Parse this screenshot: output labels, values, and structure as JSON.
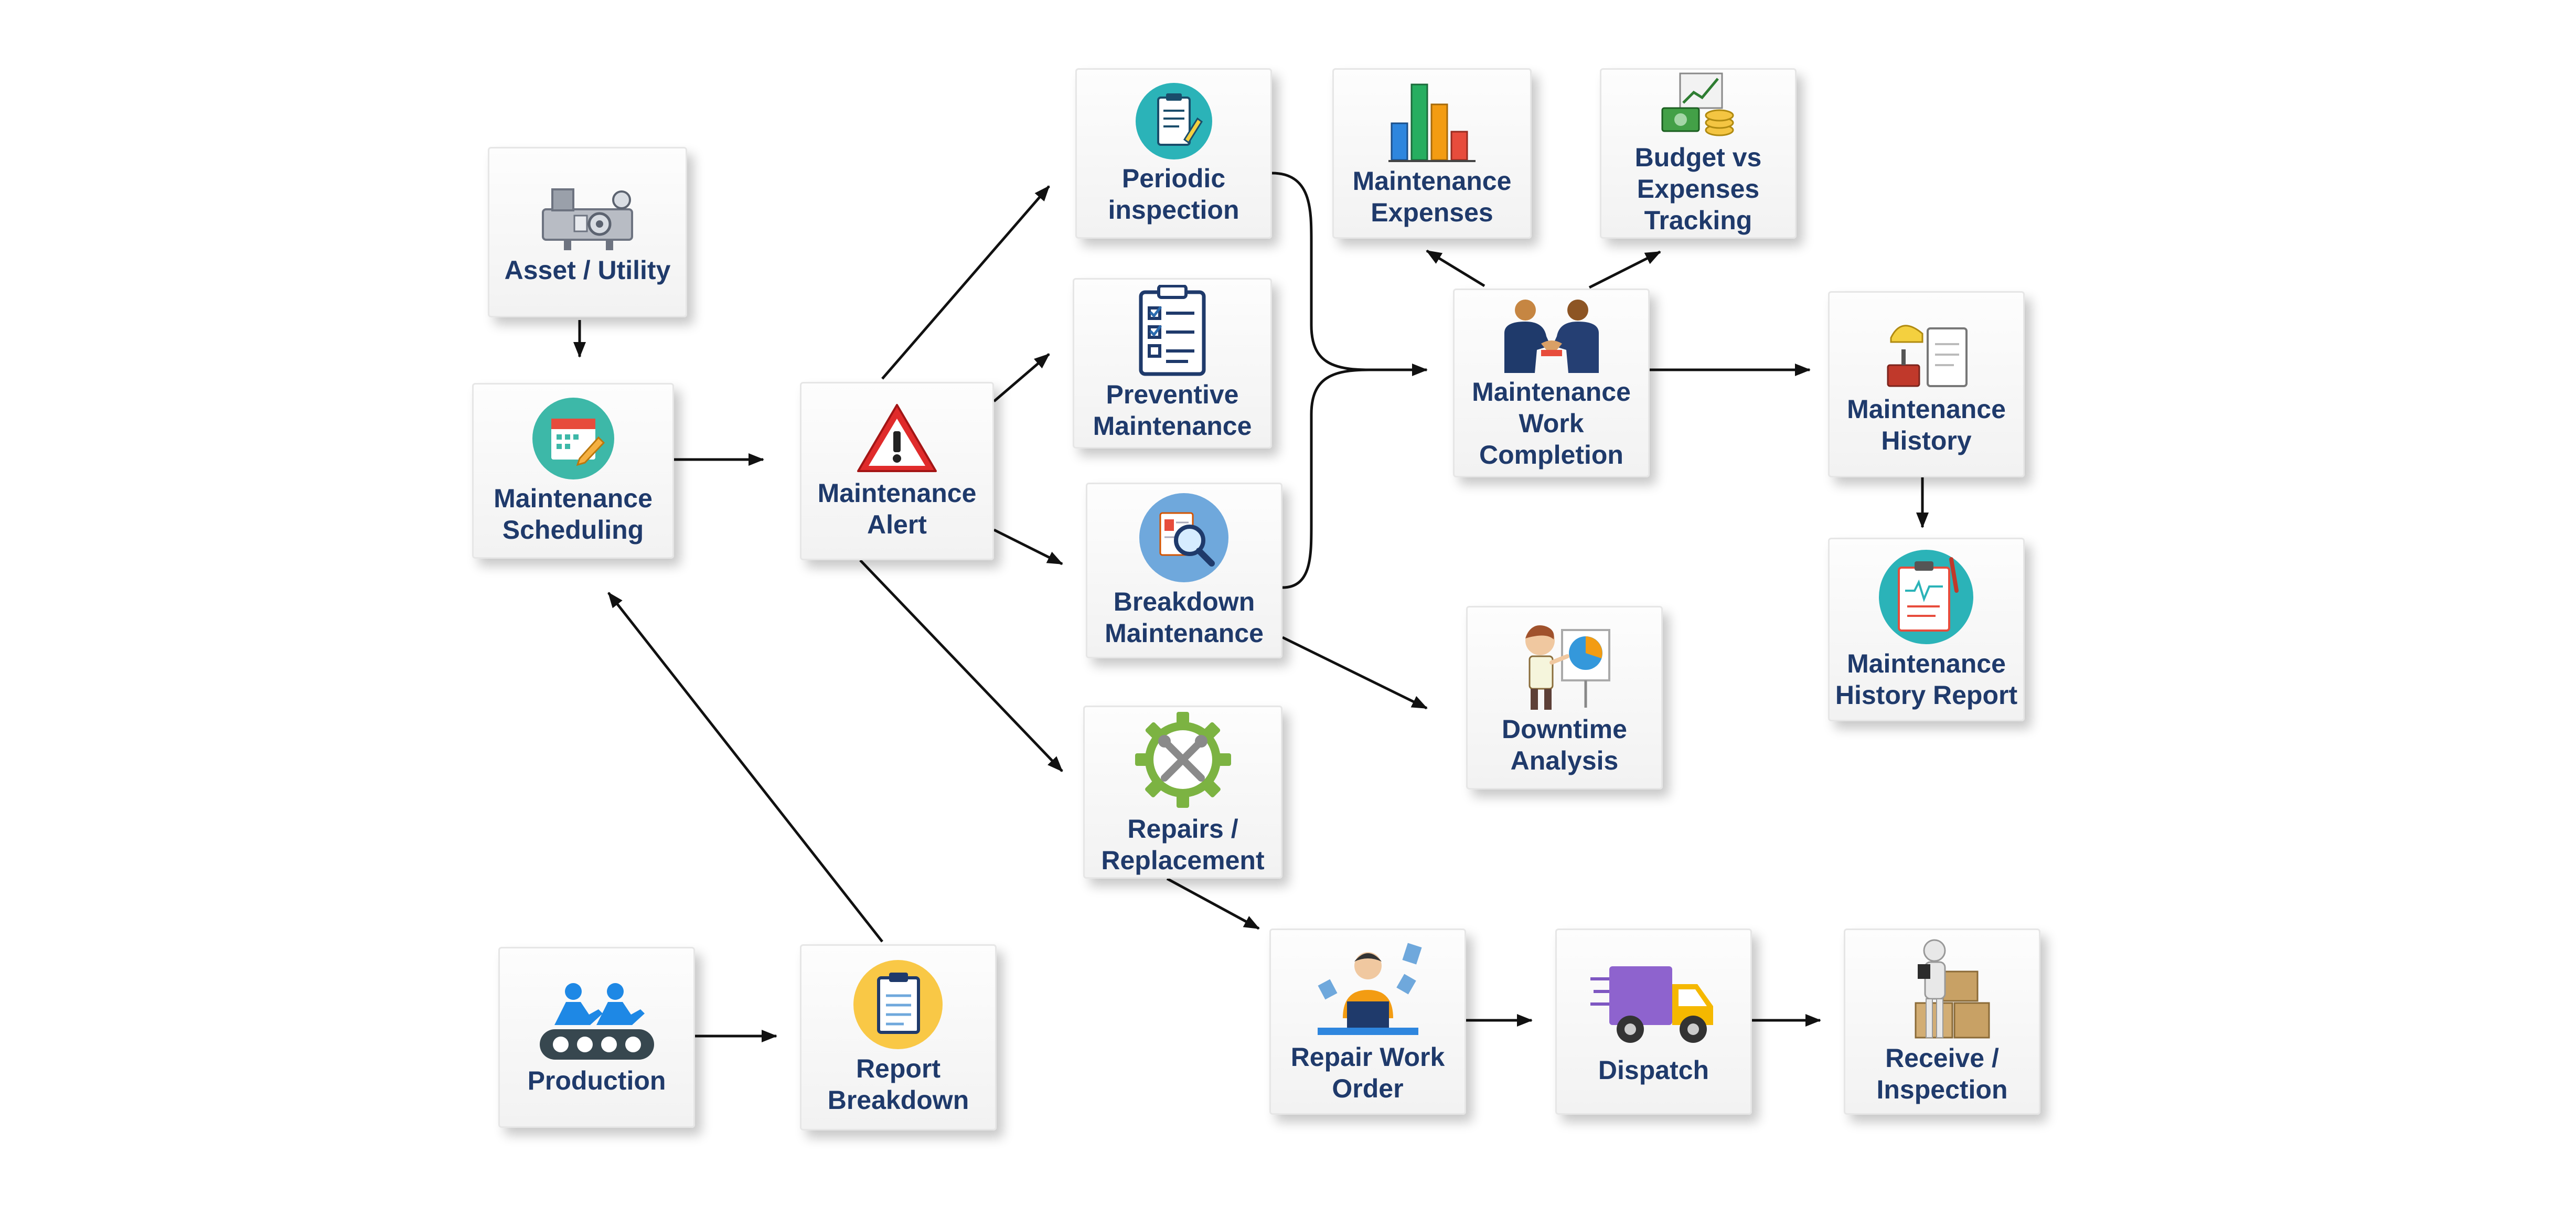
{
  "nodes": {
    "asset_utility": {
      "label": "Asset / Utility",
      "icon": "machine-icon"
    },
    "maintenance_scheduling": {
      "label": "Maintenance\nScheduling",
      "icon": "calendar-edit-icon"
    },
    "maintenance_alert": {
      "label": "Maintenance\nAlert",
      "icon": "warning-icon"
    },
    "periodic_inspection": {
      "label": "Periodic\ninspection",
      "icon": "clipboard-icon"
    },
    "preventive_maintenance": {
      "label": "Preventive\nMaintenance",
      "icon": "checklist-icon"
    },
    "breakdown_maintenance": {
      "label": "Breakdown\nMaintenance",
      "icon": "magnifier-icon"
    },
    "repairs_replacement": {
      "label": "Repairs /\nReplacement",
      "icon": "gear-tools-icon"
    },
    "maintenance_expenses": {
      "label": "Maintenance\nExpenses",
      "icon": "bar-chart-icon"
    },
    "budget_tracking": {
      "label": "Budget vs\nExpenses\nTracking",
      "icon": "money-chart-icon"
    },
    "work_completion": {
      "label": "Maintenance\nWork\nCompletion",
      "icon": "handshake-icon"
    },
    "maintenance_history": {
      "label": "Maintenance\nHistory",
      "icon": "tools-clipboard-icon"
    },
    "history_report": {
      "label": "Maintenance\nHistory Report",
      "icon": "report-icon"
    },
    "downtime_analysis": {
      "label": "Downtime\nAnalysis",
      "icon": "presenter-chart-icon"
    },
    "production": {
      "label": "Production",
      "icon": "conveyor-icon"
    },
    "report_breakdown": {
      "label": "Report\nBreakdown",
      "icon": "report-clipboard-icon"
    },
    "repair_work_order": {
      "label": "Repair Work\nOrder",
      "icon": "worker-laptop-icon"
    },
    "dispatch": {
      "label": "Dispatch",
      "icon": "truck-icon"
    },
    "receive_inspection": {
      "label": "Receive /\nInspection",
      "icon": "boxes-icon"
    }
  },
  "colors": {
    "label": "#1f3a6b",
    "connector": "#111111",
    "node_border": "#e6e6e6"
  }
}
